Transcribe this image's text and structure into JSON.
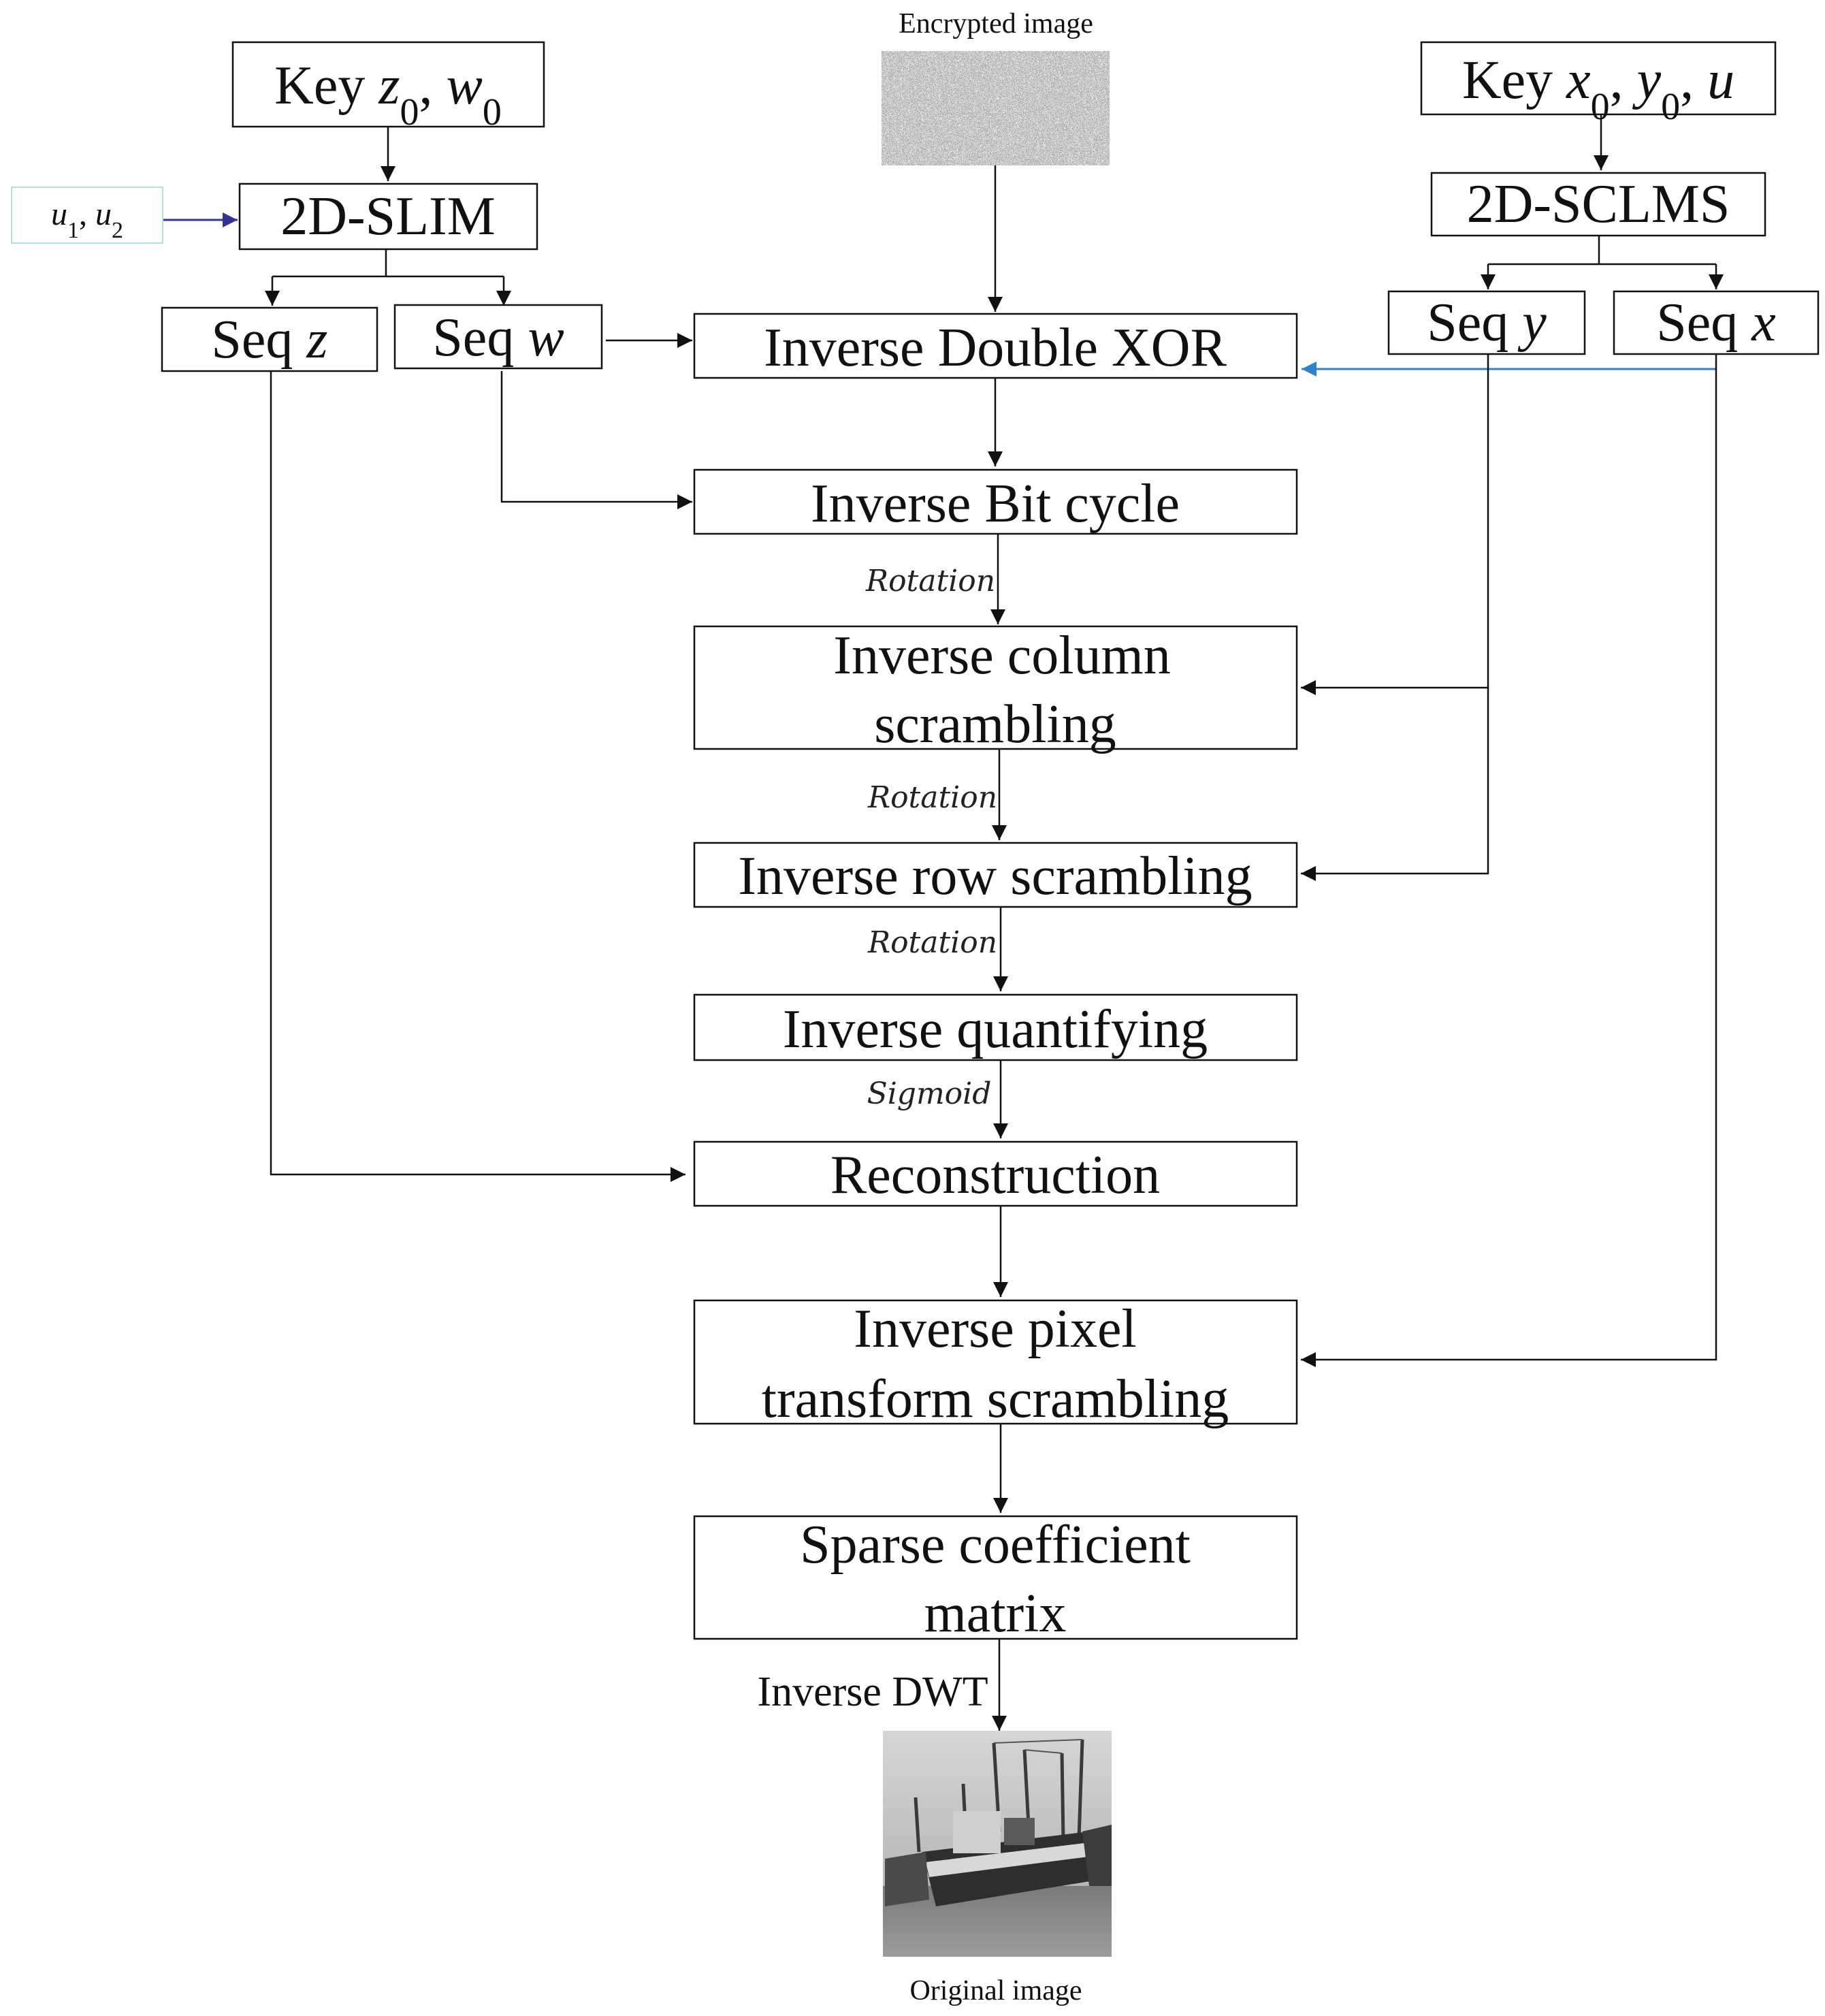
{
  "images": {
    "encrypted_caption": "Encrypted image",
    "original_caption": "Original image"
  },
  "keys": {
    "left": {
      "prefix": "Key",
      "v1": "z",
      "s1": "0",
      "sep": ", ",
      "v2": "w",
      "s2": "0"
    },
    "right": {
      "prefix": "Key",
      "v1": "x",
      "s1": "0",
      "sep1": ", ",
      "v2": "y",
      "s2": "0",
      "sep2": ", ",
      "v3": "u"
    }
  },
  "params": {
    "a": "u",
    "as": "1",
    "sep": ", ",
    "b": "u",
    "bs": "2"
  },
  "generators": {
    "left": "2D-SLIM",
    "right": "2D-SCLMS"
  },
  "sequences": {
    "z": {
      "prefix": "Seq",
      "var": "z"
    },
    "w": {
      "prefix": "Seq",
      "var": "w"
    },
    "y": {
      "prefix": "Seq",
      "var": "y"
    },
    "x": {
      "prefix": "Seq",
      "var": "x"
    }
  },
  "steps": {
    "inverse_double_xor": "Inverse Double XOR",
    "inverse_bit_cycle": "Inverse Bit cycle",
    "inverse_column_scrambling": [
      "Inverse column",
      "scrambling"
    ],
    "inverse_row_scrambling": "Inverse row scrambling",
    "inverse_quantifying": "Inverse quantifying",
    "reconstruction": "Reconstruction",
    "inverse_pixel_transform_scrambling": [
      "Inverse pixel",
      "transform scrambling"
    ],
    "sparse_coefficient_matrix": [
      "Sparse coefficient",
      "matrix"
    ]
  },
  "edge_labels": {
    "rotation_1": "Rotation",
    "rotation_2": "Rotation",
    "rotation_3": "Rotation",
    "sigmoid": "Sigmoid",
    "inverse_dwt": "Inverse DWT"
  },
  "colors": {
    "stroke": "#111111",
    "blue_arrow": "#2f82cc",
    "navy_arrow": "#33339a",
    "param_box_border": "#b9e0e0"
  }
}
